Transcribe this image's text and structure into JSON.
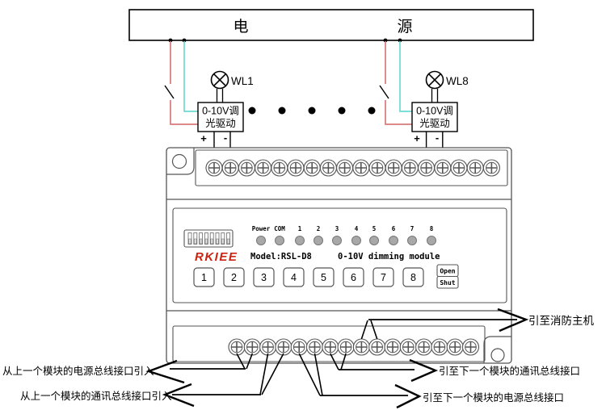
{
  "power_box": {
    "left_char": "电",
    "right_char": "源"
  },
  "drivers": {
    "line1": "0-10V调",
    "line2": "光驱动",
    "plus": "+",
    "minus": "-",
    "lamp1": "WL1",
    "lamp2": "WL8"
  },
  "module": {
    "brand": "RKIEE",
    "model": "Model:RSL-D8",
    "name": "0-10V dimming module",
    "led_labels": [
      "Power",
      "COM",
      "1",
      "2",
      "3",
      "4",
      "5",
      "6",
      "7",
      "8"
    ],
    "buttons": [
      "1",
      "2",
      "3",
      "4",
      "5",
      "6",
      "7",
      "8"
    ],
    "open": "Open",
    "shut": "Shut",
    "top_terminal_count": 18,
    "bottom_terminal_count": 16
  },
  "annotations": {
    "power_in": "从上一个模块的电源总线接口引入",
    "comm_in": "从上一个模块的通讯总线接口引入",
    "comm_out": "引至下一个模块的通讯总线接口",
    "power_out": "引至下一个模块的电源总线接口",
    "fire_host": "引至消防主机"
  },
  "colors": {
    "live_wire": "#d97a7a",
    "neutral_wire": "#6fd9d4",
    "brand_red": "#cc2211",
    "led_fill": "#a8a8a8",
    "outline": "#555555"
  }
}
